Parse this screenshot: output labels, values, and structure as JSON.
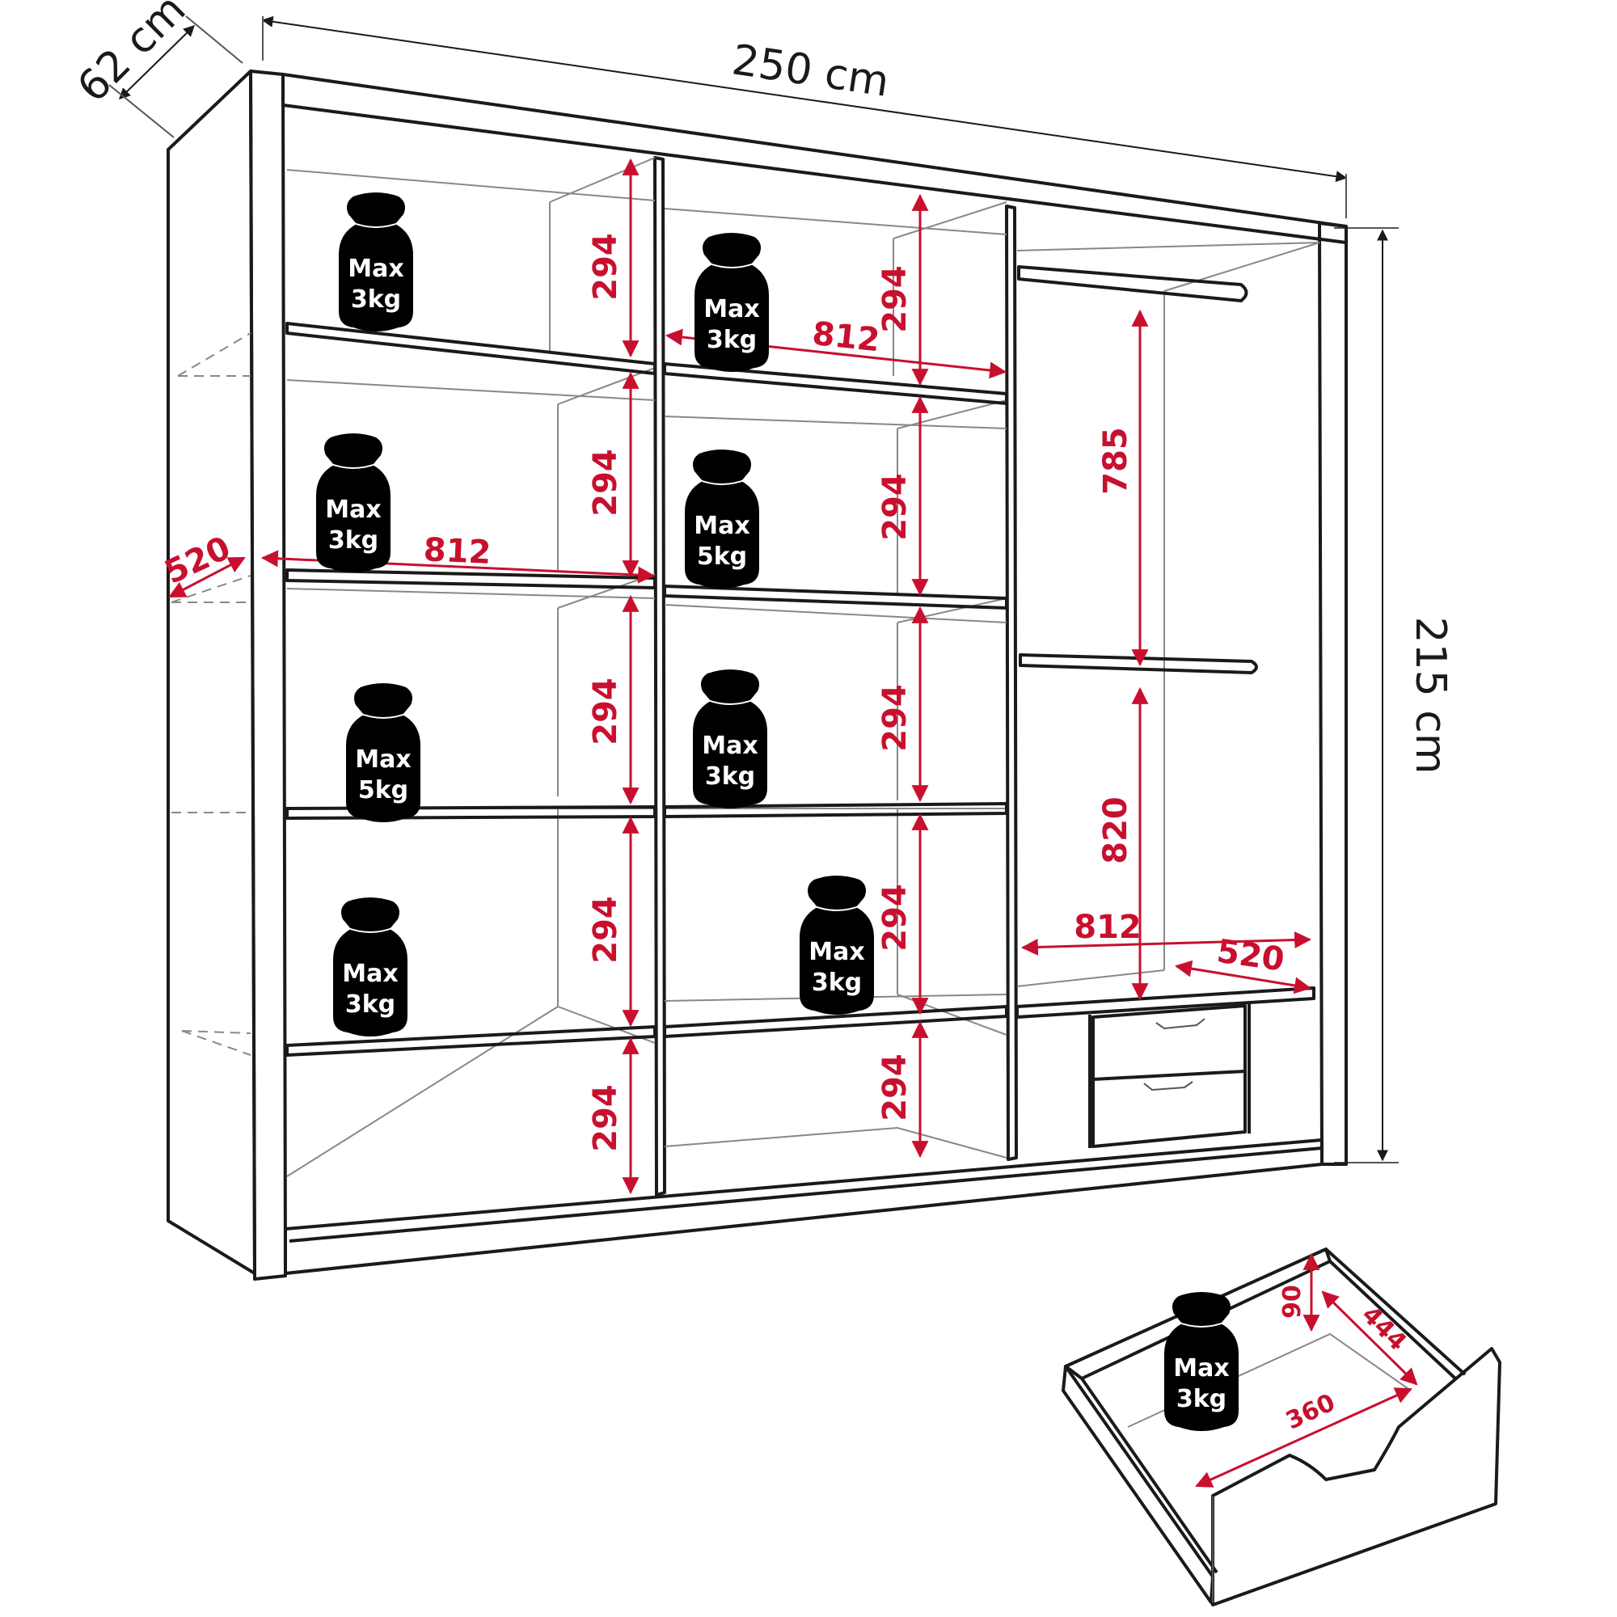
{
  "overall": {
    "width_label": "250 cm",
    "depth_label": "62 cm",
    "height_label": "215 cm"
  },
  "inner_dims": {
    "shelf_height": "294",
    "shelf_width": "812",
    "shelf_depth": "520",
    "rail_upper": "785",
    "rail_lower": "820",
    "bottom_width": "812",
    "bottom_depth": "520"
  },
  "drawer": {
    "height": "90",
    "depth": "444",
    "width": "360",
    "load": [
      "Max",
      "3kg"
    ]
  },
  "weights": [
    {
      "line1": "Max",
      "line2": "3kg"
    },
    {
      "line1": "Max",
      "line2": "3kg"
    },
    {
      "line1": "Max",
      "line2": "3kg"
    },
    {
      "line1": "Max",
      "line2": "5kg"
    },
    {
      "line1": "Max",
      "line2": "5kg"
    },
    {
      "line1": "Max",
      "line2": "3kg"
    },
    {
      "line1": "Max",
      "line2": "3kg"
    },
    {
      "line1": "Max",
      "line2": "3kg"
    }
  ],
  "colors": {
    "line": "#1a1a1a",
    "dimension_red": "#c8102e",
    "weight_fill": "#000000"
  }
}
